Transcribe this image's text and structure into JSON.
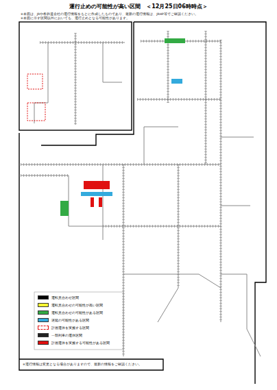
{
  "diagram": {
    "title": "運行止めの可能性が高い区間　＜12月25日06時時点＞",
    "labels": [
      "※本図は、JRや各鉄道会社の運行情報をもとに作成したものであり、最新の運行情報は、JRHP等でご確認ください。",
      "※本図に示す区間以外においても、運行止めとなる可能性があります。",
      "※運行情報は変更となる場合がありますので、最新の情報をご確認ください。"
    ],
    "legend": [
      {
        "text": "運転見合わせ区間",
        "color": "#000000"
      },
      {
        "text": "運転見合わせの可能性が高い区間",
        "color": "#ffff33"
      },
      {
        "text": "運転見合わせの可能性がある区間",
        "color": "#33aa44"
      },
      {
        "text": "遅延の可能性がある区間",
        "color": "#33aadd"
      },
      {
        "text": "計画運休を実施する区間",
        "color": "#ffffff"
      },
      {
        "text": "一部列車の運休区間",
        "color": "#222222"
      },
      {
        "text": "計画運休を実施する可能性がある区間",
        "color": "#e01010"
      }
    ]
  }
}
